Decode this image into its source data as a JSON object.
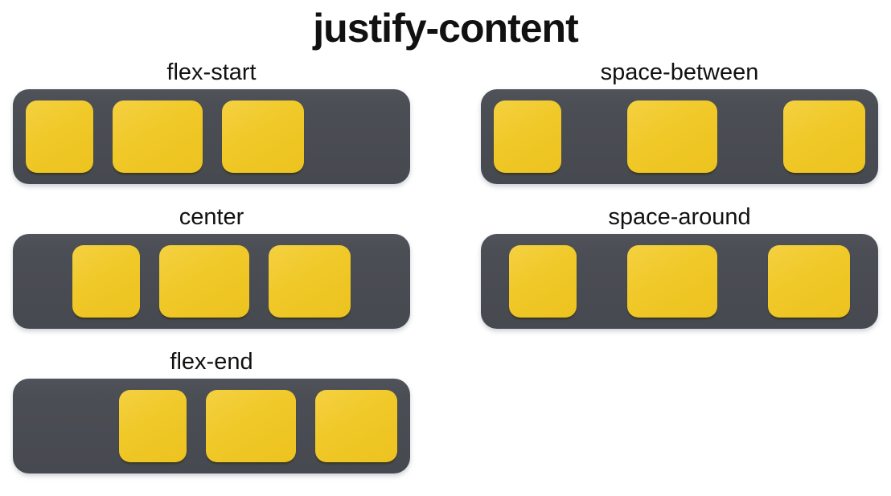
{
  "page": {
    "title": "justify-content"
  },
  "colors": {
    "page_bg": "#FFFFFF",
    "container_bg": "#4B4E54",
    "item_fill": "#F0C828",
    "label_text": "#111111"
  },
  "demos": [
    {
      "label": "flex-start",
      "value": "flex-start"
    },
    {
      "label": "space-between",
      "value": "space-between"
    },
    {
      "label": "center",
      "value": "center"
    },
    {
      "label": "space-around",
      "value": "space-around"
    },
    {
      "label": "flex-end",
      "value": "flex-end"
    }
  ]
}
